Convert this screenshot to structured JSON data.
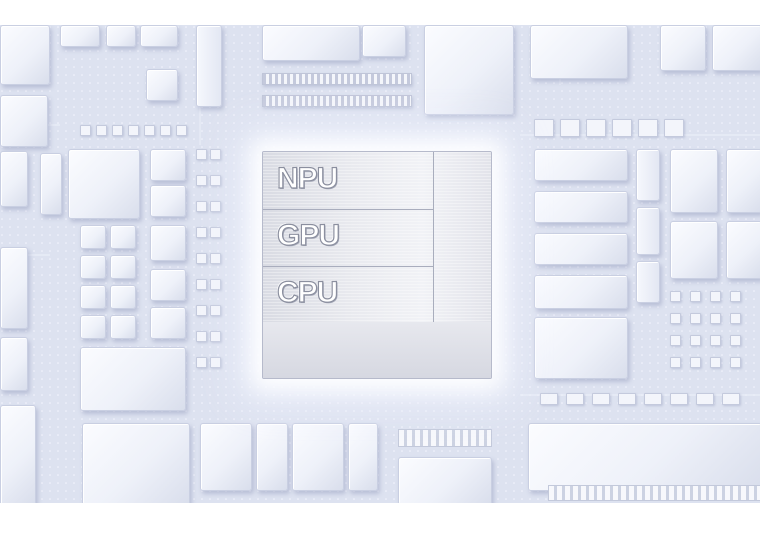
{
  "soc": {
    "blocks": [
      {
        "label": "NPU"
      },
      {
        "label": "GPU"
      },
      {
        "label": "CPU"
      }
    ]
  },
  "colors": {
    "board": "#dde2f0",
    "chip_face": "#f3f5fb",
    "soc_silver": "#e6e7ed",
    "glow": "#ffffff"
  }
}
